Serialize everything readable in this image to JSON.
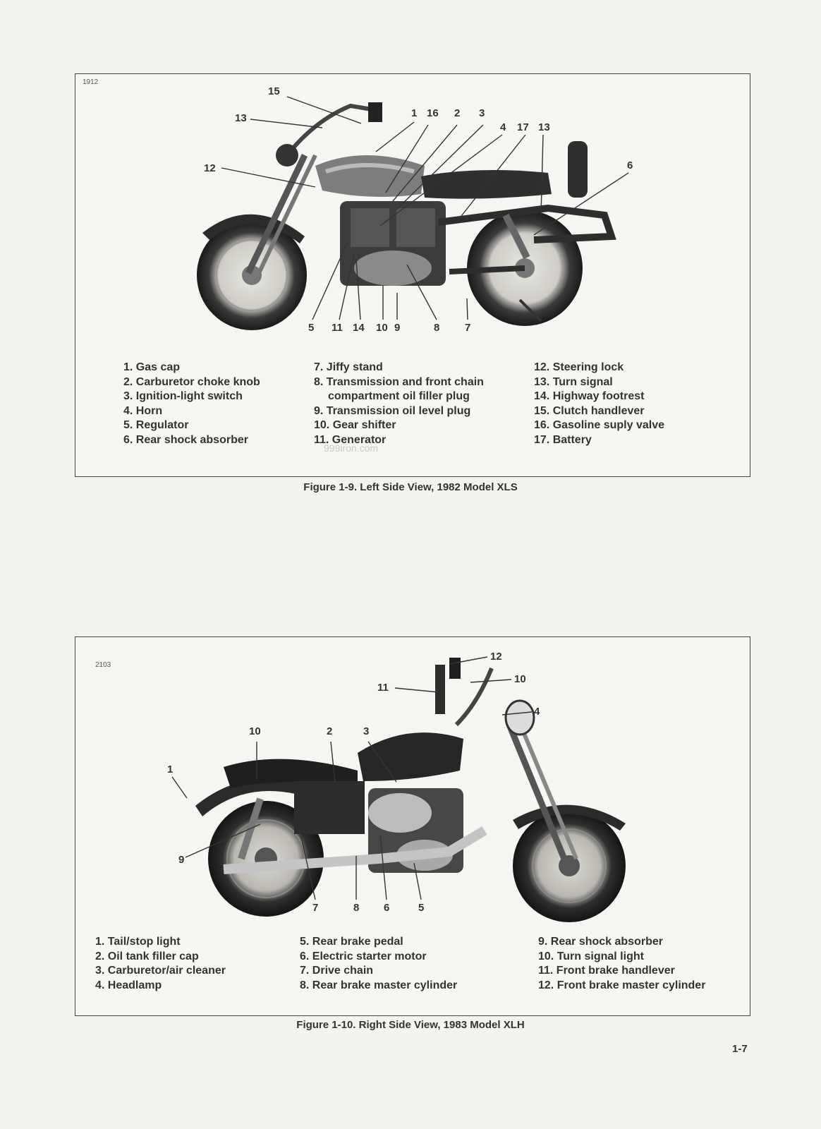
{
  "figure1": {
    "id": "1912",
    "caption": "Figure 1-9. Left Side View, 1982 Model XLS",
    "watermark": "999iron.com",
    "callouts": [
      "15",
      "13",
      "1",
      "16",
      "2",
      "3",
      "4",
      "17",
      "13",
      "12",
      "6",
      "5",
      "11",
      "14",
      "10",
      "9",
      "8",
      "7"
    ],
    "legend_col1": [
      "1. Gas cap",
      "2. Carburetor choke knob",
      "3. Ignition-light switch",
      "4. Horn",
      "5. Regulator",
      "6. Rear shock absorber"
    ],
    "legend_col2": [
      "7. Jiffy stand",
      "8. Transmission and front chain",
      "compartment oil filler plug",
      "9. Transmission oil  level plug",
      "10. Gear shifter",
      "11. Generator"
    ],
    "legend_col3": [
      "12. Steering lock",
      "13. Turn signal",
      "14. Highway footrest",
      "15. Clutch handlever",
      "16. Gasoline suply valve",
      "17. Battery"
    ]
  },
  "figure2": {
    "id": "2103",
    "caption": "Figure 1-10. Right Side View, 1983 Model XLH",
    "callouts": [
      "12",
      "10",
      "11",
      "4",
      "10",
      "2",
      "3",
      "1",
      "9",
      "7",
      "8",
      "6",
      "5"
    ],
    "legend_col1": [
      "1. Tail/stop light",
      "2. Oil tank filler cap",
      "3. Carburetor/air cleaner",
      "4. Headlamp"
    ],
    "legend_col2": [
      "5. Rear brake pedal",
      "6. Electric starter motor",
      "7. Drive chain",
      "8. Rear brake master cylinder"
    ],
    "legend_col3": [
      "9. Rear shock absorber",
      "10. Turn signal light",
      "11. Front brake handlever",
      "12. Front brake master cylinder"
    ]
  },
  "page_number": "1-7"
}
